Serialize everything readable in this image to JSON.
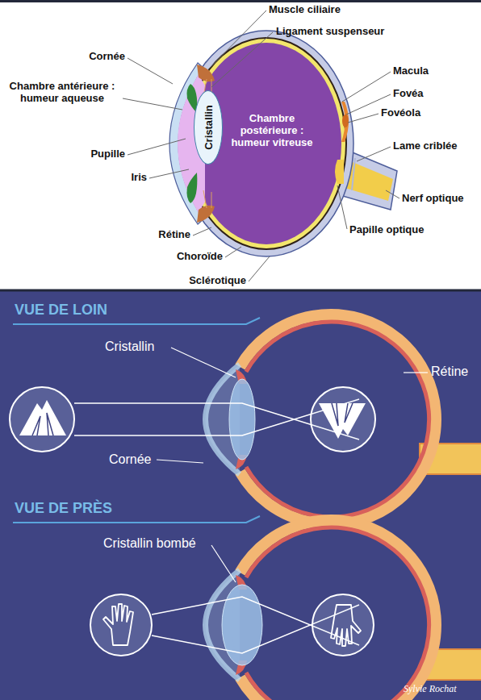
{
  "diagram": {
    "nodes": [
      {
        "text": [
          "Cristallin"
        ]
      }
    ],
    "labels": [
      "Muscle ciliaire",
      "Ligament suspenseur",
      "Cornée",
      "Chambre antérieure : humeur aqueuse",
      "Macula",
      "Fovéa",
      "Fovéola",
      "Lame criblée",
      "Chambre postérieure : humeur vitreuse",
      "Pupille",
      "Iris",
      "Nerf optique",
      "Rétine",
      "Papille optique",
      "Choroïde",
      "Sclérotique",
      "VUE DE LOIN",
      "Cristallin",
      "Rétine",
      "Cornée",
      "VUE DE PRÈS",
      "Cristallin bombé",
      "Sylvie Rochat"
    ]
  }
}
